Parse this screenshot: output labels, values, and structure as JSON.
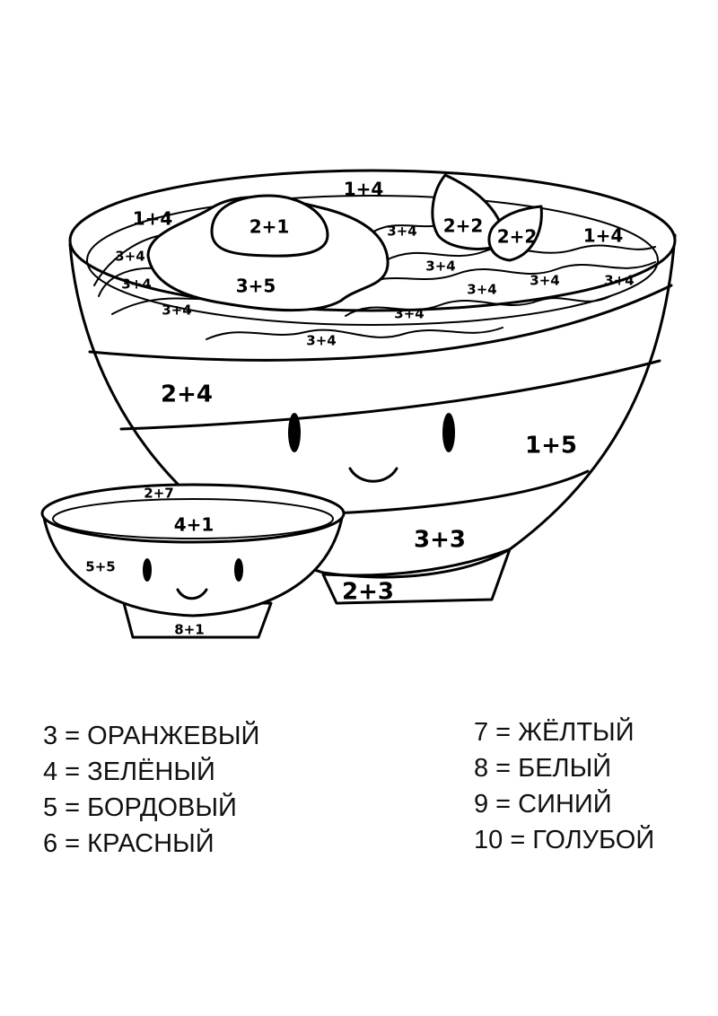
{
  "picture": {
    "problems": {
      "rim_left": "1+4",
      "rim_top": "1+4",
      "rim_right": "1+4",
      "egg_yolk": "2+1",
      "egg_white": "3+5",
      "leaf_big": "2+2",
      "leaf_small": "2+2",
      "noodle_1": "3+4",
      "noodle_2": "3+4",
      "noodle_3": "3+4",
      "noodle_4": "3+4",
      "noodle_5": "3+4",
      "noodle_6": "3+4",
      "noodle_7": "3+4",
      "noodle_8": "3+4",
      "noodle_9": "3+4",
      "noodle_10": "3+4",
      "bowl_upper": "2+4",
      "bowl_middle": "1+5",
      "bowl_lower": "3+3",
      "bowl_base": "2+3",
      "cup_rim": "2+7",
      "cup_soup": "4+1",
      "cup_body": "5+5",
      "cup_base": "8+1"
    }
  },
  "legend": {
    "left": [
      "3 = ОРАНЖЕВЫЙ",
      "4 = ЗЕЛЁНЫЙ",
      "5 = БОРДОВЫЙ",
      "6 = КРАСНЫЙ"
    ],
    "right": [
      "7 = ЖЁЛТЫЙ",
      "8 = БЕЛЫЙ",
      "9 = СИНИЙ",
      "10 = ГОЛУБОЙ"
    ]
  }
}
